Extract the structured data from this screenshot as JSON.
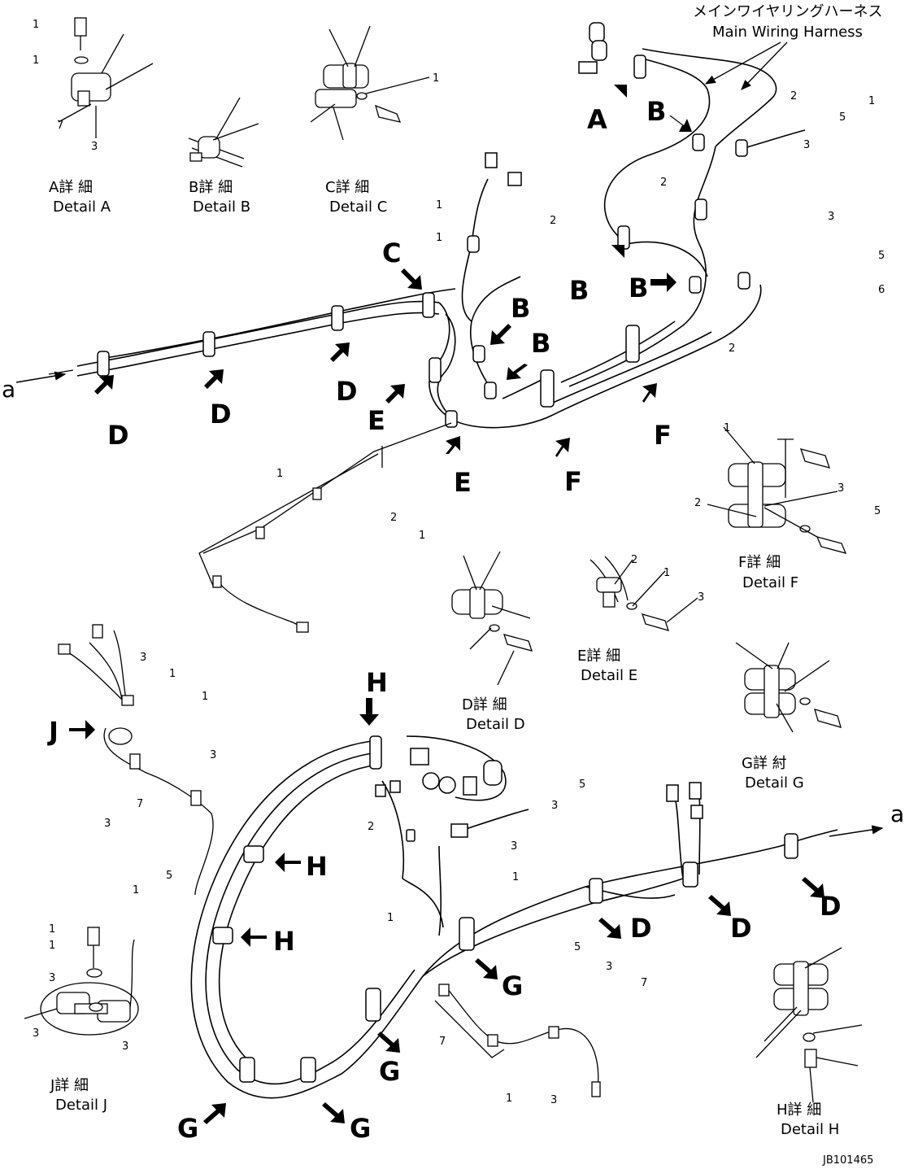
{
  "harness": {
    "label_jp": "メインワイヤリングハーネス",
    "label_en": "Main  Wiring  Harness"
  },
  "details": {
    "A": {
      "jp": "A詳 細",
      "en": "Detail A"
    },
    "B": {
      "jp": "B詳 細",
      "en": "Detail B"
    },
    "C": {
      "jp": "C詳 細",
      "en": "Detail C"
    },
    "D": {
      "jp": "D詳 細",
      "en": "Detail D"
    },
    "E": {
      "jp": "E詳 細",
      "en": "Detail E"
    },
    "F": {
      "jp": "F詳 細",
      "en": "Detail F"
    },
    "G": {
      "jp": "G詳 紂",
      "en": "Detail G"
    },
    "H": {
      "jp": "H詳 細",
      "en": "Detail H"
    },
    "J": {
      "jp": "J詳 細",
      "en": "Detail J"
    }
  },
  "connection_label": "a",
  "drawing_number": "JB101465",
  "view_letters": {
    "A": "A",
    "B": "B",
    "C": "C",
    "D": "D",
    "E": "E",
    "F": "F",
    "G": "G",
    "H": "H",
    "J": "J"
  },
  "part_refs": {
    "one": "1",
    "two": "2",
    "three": "3",
    "five": "5",
    "six": "6",
    "seven": "7"
  }
}
